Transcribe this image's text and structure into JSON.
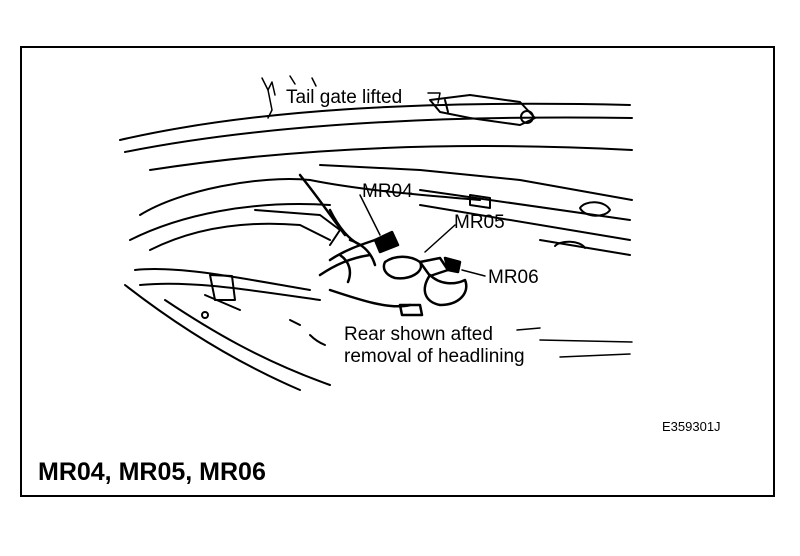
{
  "labels": {
    "tail_gate": "Tail gate lifted",
    "mr04": "MR04",
    "mr05": "MR05",
    "mr06": "MR06",
    "rear_note_line1": "Rear shown afted",
    "rear_note_line2": "removal of headlining"
  },
  "figure_code": "E359301J",
  "caption": "MR04, MR05, MR06"
}
